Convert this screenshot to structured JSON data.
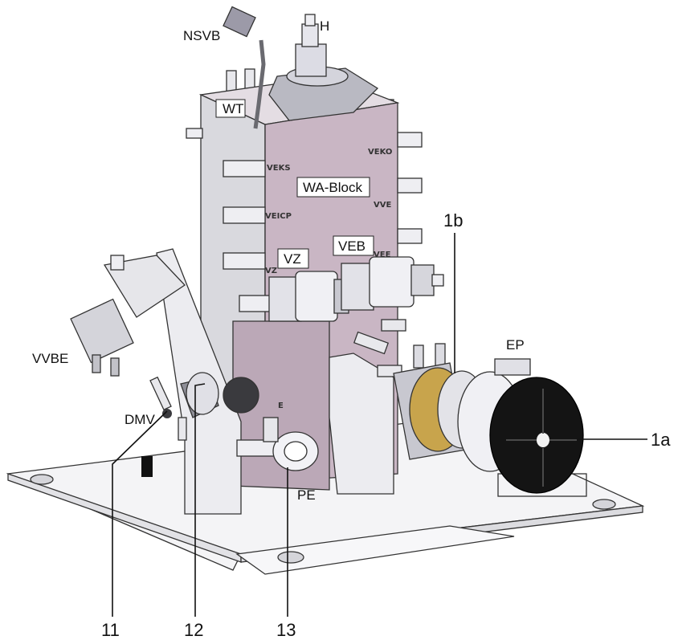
{
  "figure": {
    "component_labels": {
      "nsvb": "NSVB",
      "h": "H",
      "wt": "WT",
      "wa_block": "WA-Block",
      "vz": "VZ",
      "veb": "VEB",
      "ep": "EP",
      "vvbe": "VVBE",
      "dmv": "DMV",
      "pe": "PE"
    },
    "reference_numerals": {
      "r1a": "1a",
      "r1b": "1b",
      "r11": "11",
      "r12": "12",
      "r13": "13"
    },
    "block_face_marks": {
      "veks": "VEKS",
      "veko": "VEKO",
      "veicp": "VEICP",
      "vve": "VVE",
      "vz_port": "VZ",
      "vee": "VEE",
      "e": "E"
    },
    "colors": {
      "block_face": "#c9b6c4",
      "block_side": "#d9d9de",
      "metal": "#e6e7ec",
      "edge": "#333333",
      "pump_black": "#141414",
      "brass": "#c8a44c"
    }
  }
}
